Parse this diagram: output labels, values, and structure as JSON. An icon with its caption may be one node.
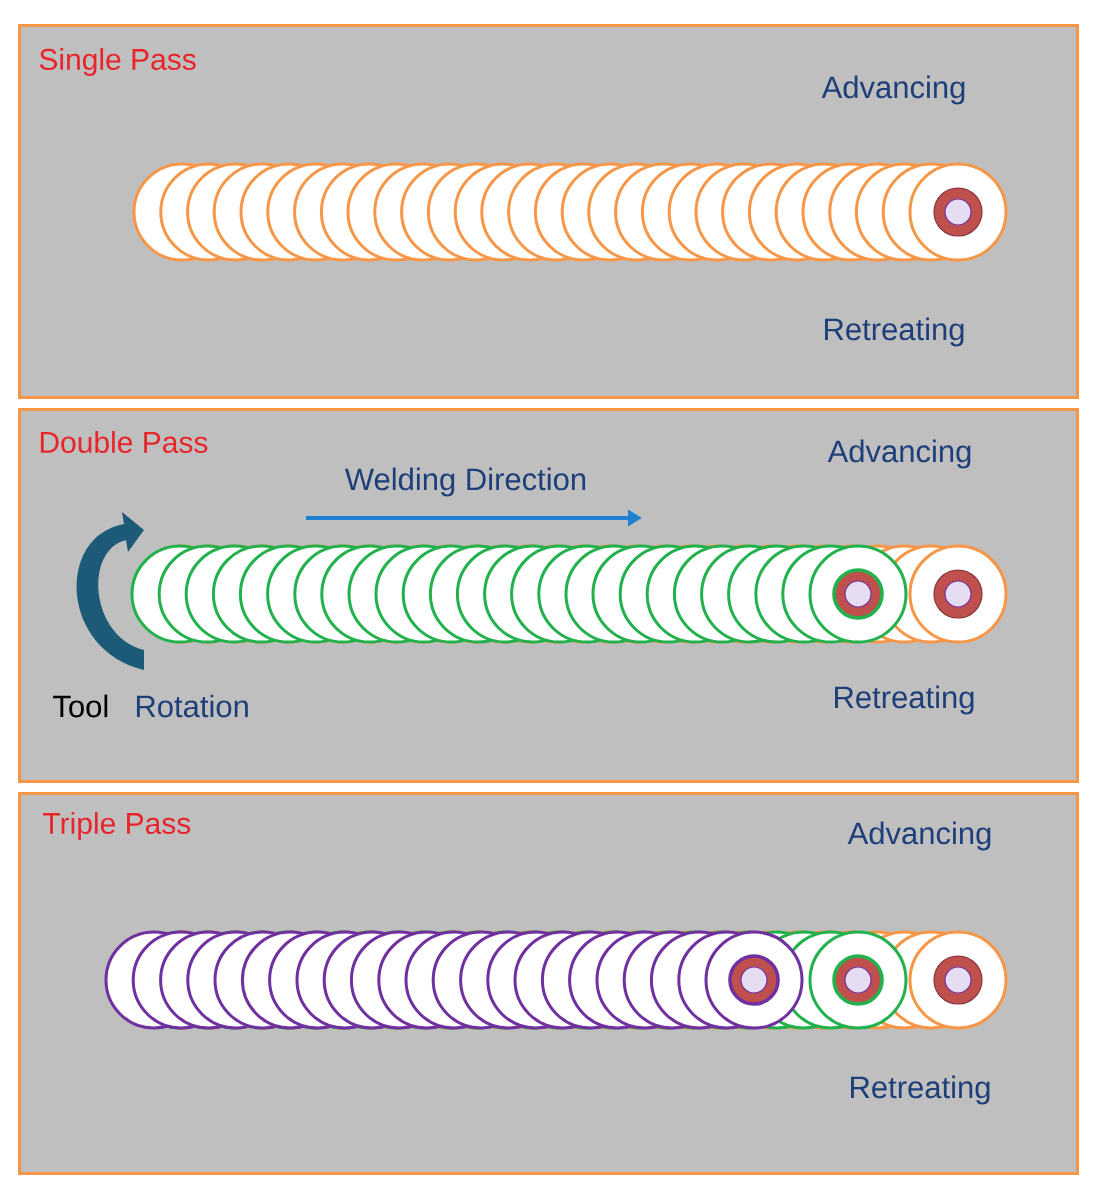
{
  "diagram": {
    "nodes": [
      {
        "text": [
          "Single Pass"
        ]
      },
      {
        "text": [
          "Double Pass"
        ]
      },
      {
        "text": [
          "Triple Pass"
        ]
      }
    ],
    "labels": [
      "Advancing",
      "Retreating",
      "Advancing",
      "Welding Direction",
      "Tool",
      "Rotation",
      "Retreating",
      "Advancing",
      "Retreating"
    ]
  }
}
